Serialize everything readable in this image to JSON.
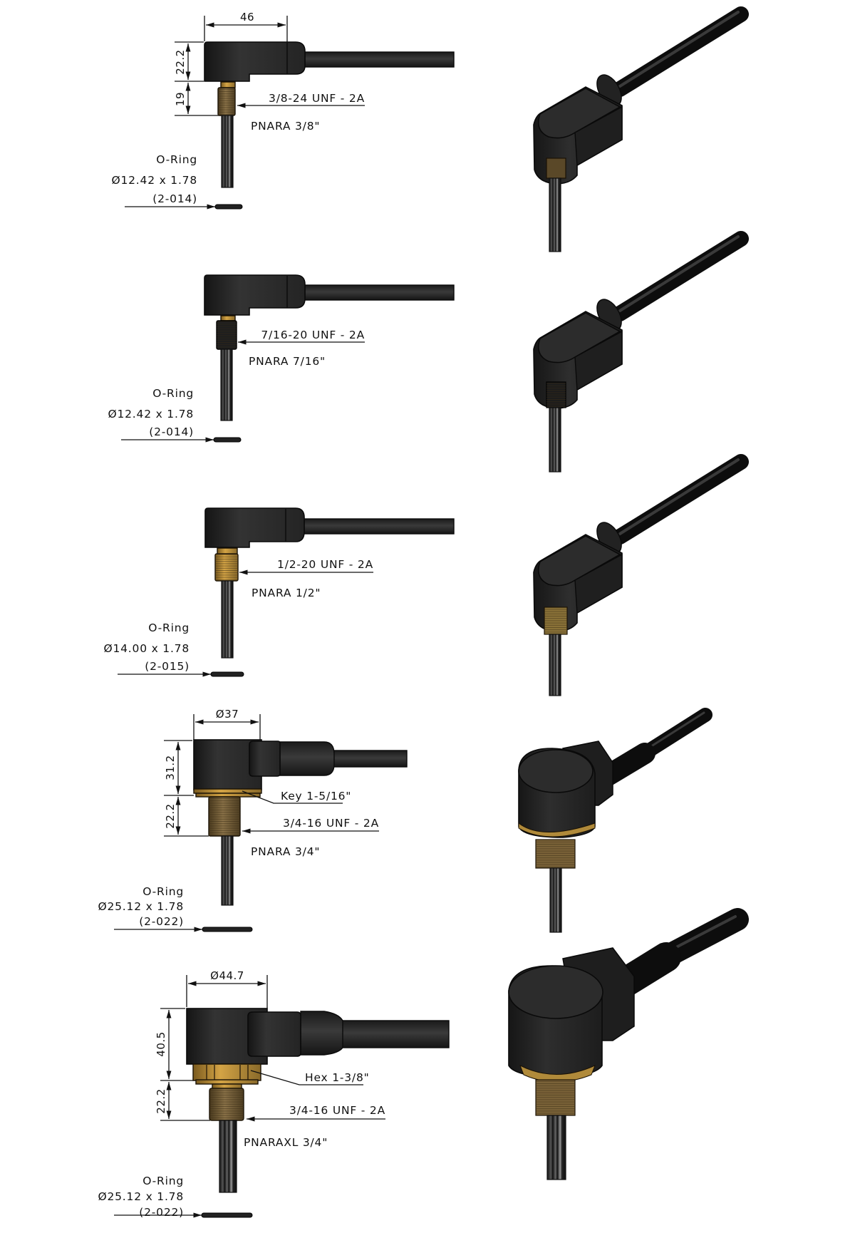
{
  "sheet": {
    "title": "PNARA right-angle connector probe variants",
    "colors": {
      "body": "#2a2a2a",
      "cable": "#262626",
      "brass": "#b08a3a",
      "brass_thread": "#6e5a36",
      "line": "#111111",
      "background": "#ffffff"
    }
  },
  "variants": [
    {
      "model": "PNARA 3/8\"",
      "thread": "3/8-24 UNF - 2A",
      "dims": {
        "width": "46",
        "body_height": "22.2",
        "thread_length": "19"
      },
      "oring": {
        "title": "O-Ring",
        "size": "Ø12.42 x 1.78",
        "code": "(2-014)"
      }
    },
    {
      "model": "PNARA 7/16\"",
      "thread": "7/16-20 UNF - 2A",
      "oring": {
        "title": "O-Ring",
        "size": "Ø12.42 x 1.78",
        "code": "(2-014)"
      }
    },
    {
      "model": "PNARA 1/2\"",
      "thread": "1/2-20 UNF - 2A",
      "oring": {
        "title": "O-Ring",
        "size": "Ø14.00 x 1.78",
        "code": "(2-015)"
      }
    },
    {
      "model": "PNARA 3/4\"",
      "thread": "3/4-16 UNF - 2A",
      "fitting": "Key 1-5/16\"",
      "dims": {
        "diameter": "Ø37",
        "body_height": "31.2",
        "thread_length": "22.2"
      },
      "oring": {
        "title": "O-Ring",
        "size": "Ø25.12 x 1.78",
        "code": "(2-022)"
      }
    },
    {
      "model": "PNARAXL 3/4\"",
      "thread": "3/4-16 UNF - 2A",
      "fitting": "Hex 1-3/8\"",
      "dims": {
        "diameter": "Ø44.7",
        "body_height": "40.5",
        "thread_length": "22.2"
      },
      "oring": {
        "title": "O-Ring",
        "size": "Ø25.12 x 1.78",
        "code": "(2-022)"
      }
    }
  ]
}
